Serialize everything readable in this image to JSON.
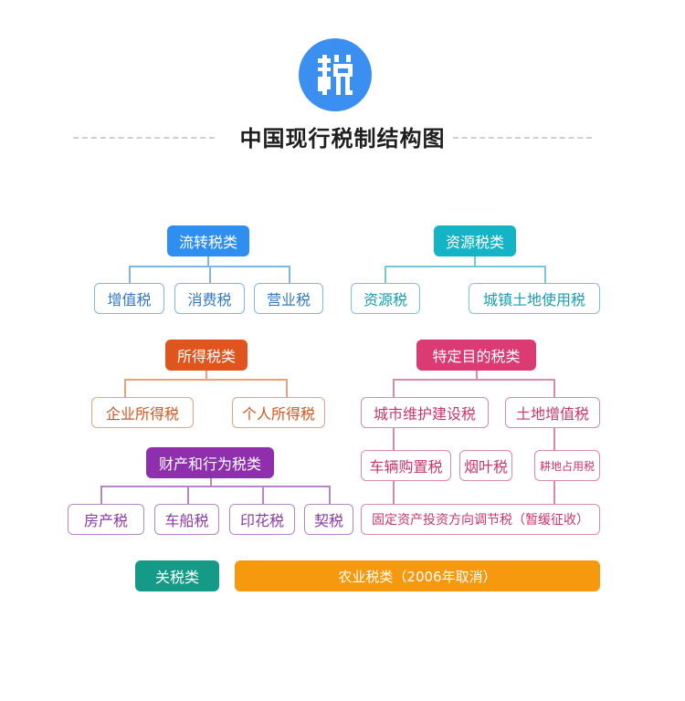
{
  "logo": {
    "icon": "tax-character-icon",
    "glyph": "税",
    "color": "#3b8ff0"
  },
  "title": "中国现行税制结构图",
  "groups": {
    "turnover": {
      "label": "流转税类",
      "color": "#2f8ff0",
      "border_color": "#7fb6e6",
      "text_color": "#3579c4",
      "children": [
        "增值税",
        "消费税",
        "营业税"
      ]
    },
    "resource": {
      "label": "资源税类",
      "color": "#14b3c6",
      "border_color": "#74c9d6",
      "text_color": "#1a9db0",
      "children": [
        "资源税",
        "城镇土地使用税"
      ]
    },
    "income": {
      "label": "所得税类",
      "color": "#e0551d",
      "border_color": "#e8a27c",
      "text_color": "#d0561f",
      "children": [
        "企业所得税",
        "个人所得税"
      ]
    },
    "special_purpose": {
      "label": "特定目的税类",
      "color": "#dc3a72",
      "border_color": "#d88aa6",
      "text_color": "#c8376c",
      "children": [
        "城市维护建设税",
        "土地增值税",
        "车辆购置税",
        "烟叶税",
        "耕地占用税",
        "固定资产投资方向调节税（暂缓征收）"
      ]
    },
    "property_behavior": {
      "label": "财产和行为税类",
      "color": "#8e2fae",
      "border_color": "#b487c4",
      "text_color": "#8a3aa6",
      "children": [
        "房产税",
        "车船税",
        "印花税",
        "契税"
      ]
    }
  },
  "bottom": {
    "customs": {
      "label": "关税类",
      "color": "#169a88"
    },
    "agriculture": {
      "label": "农业税类（2006年取消）",
      "color": "#f7990f"
    }
  }
}
